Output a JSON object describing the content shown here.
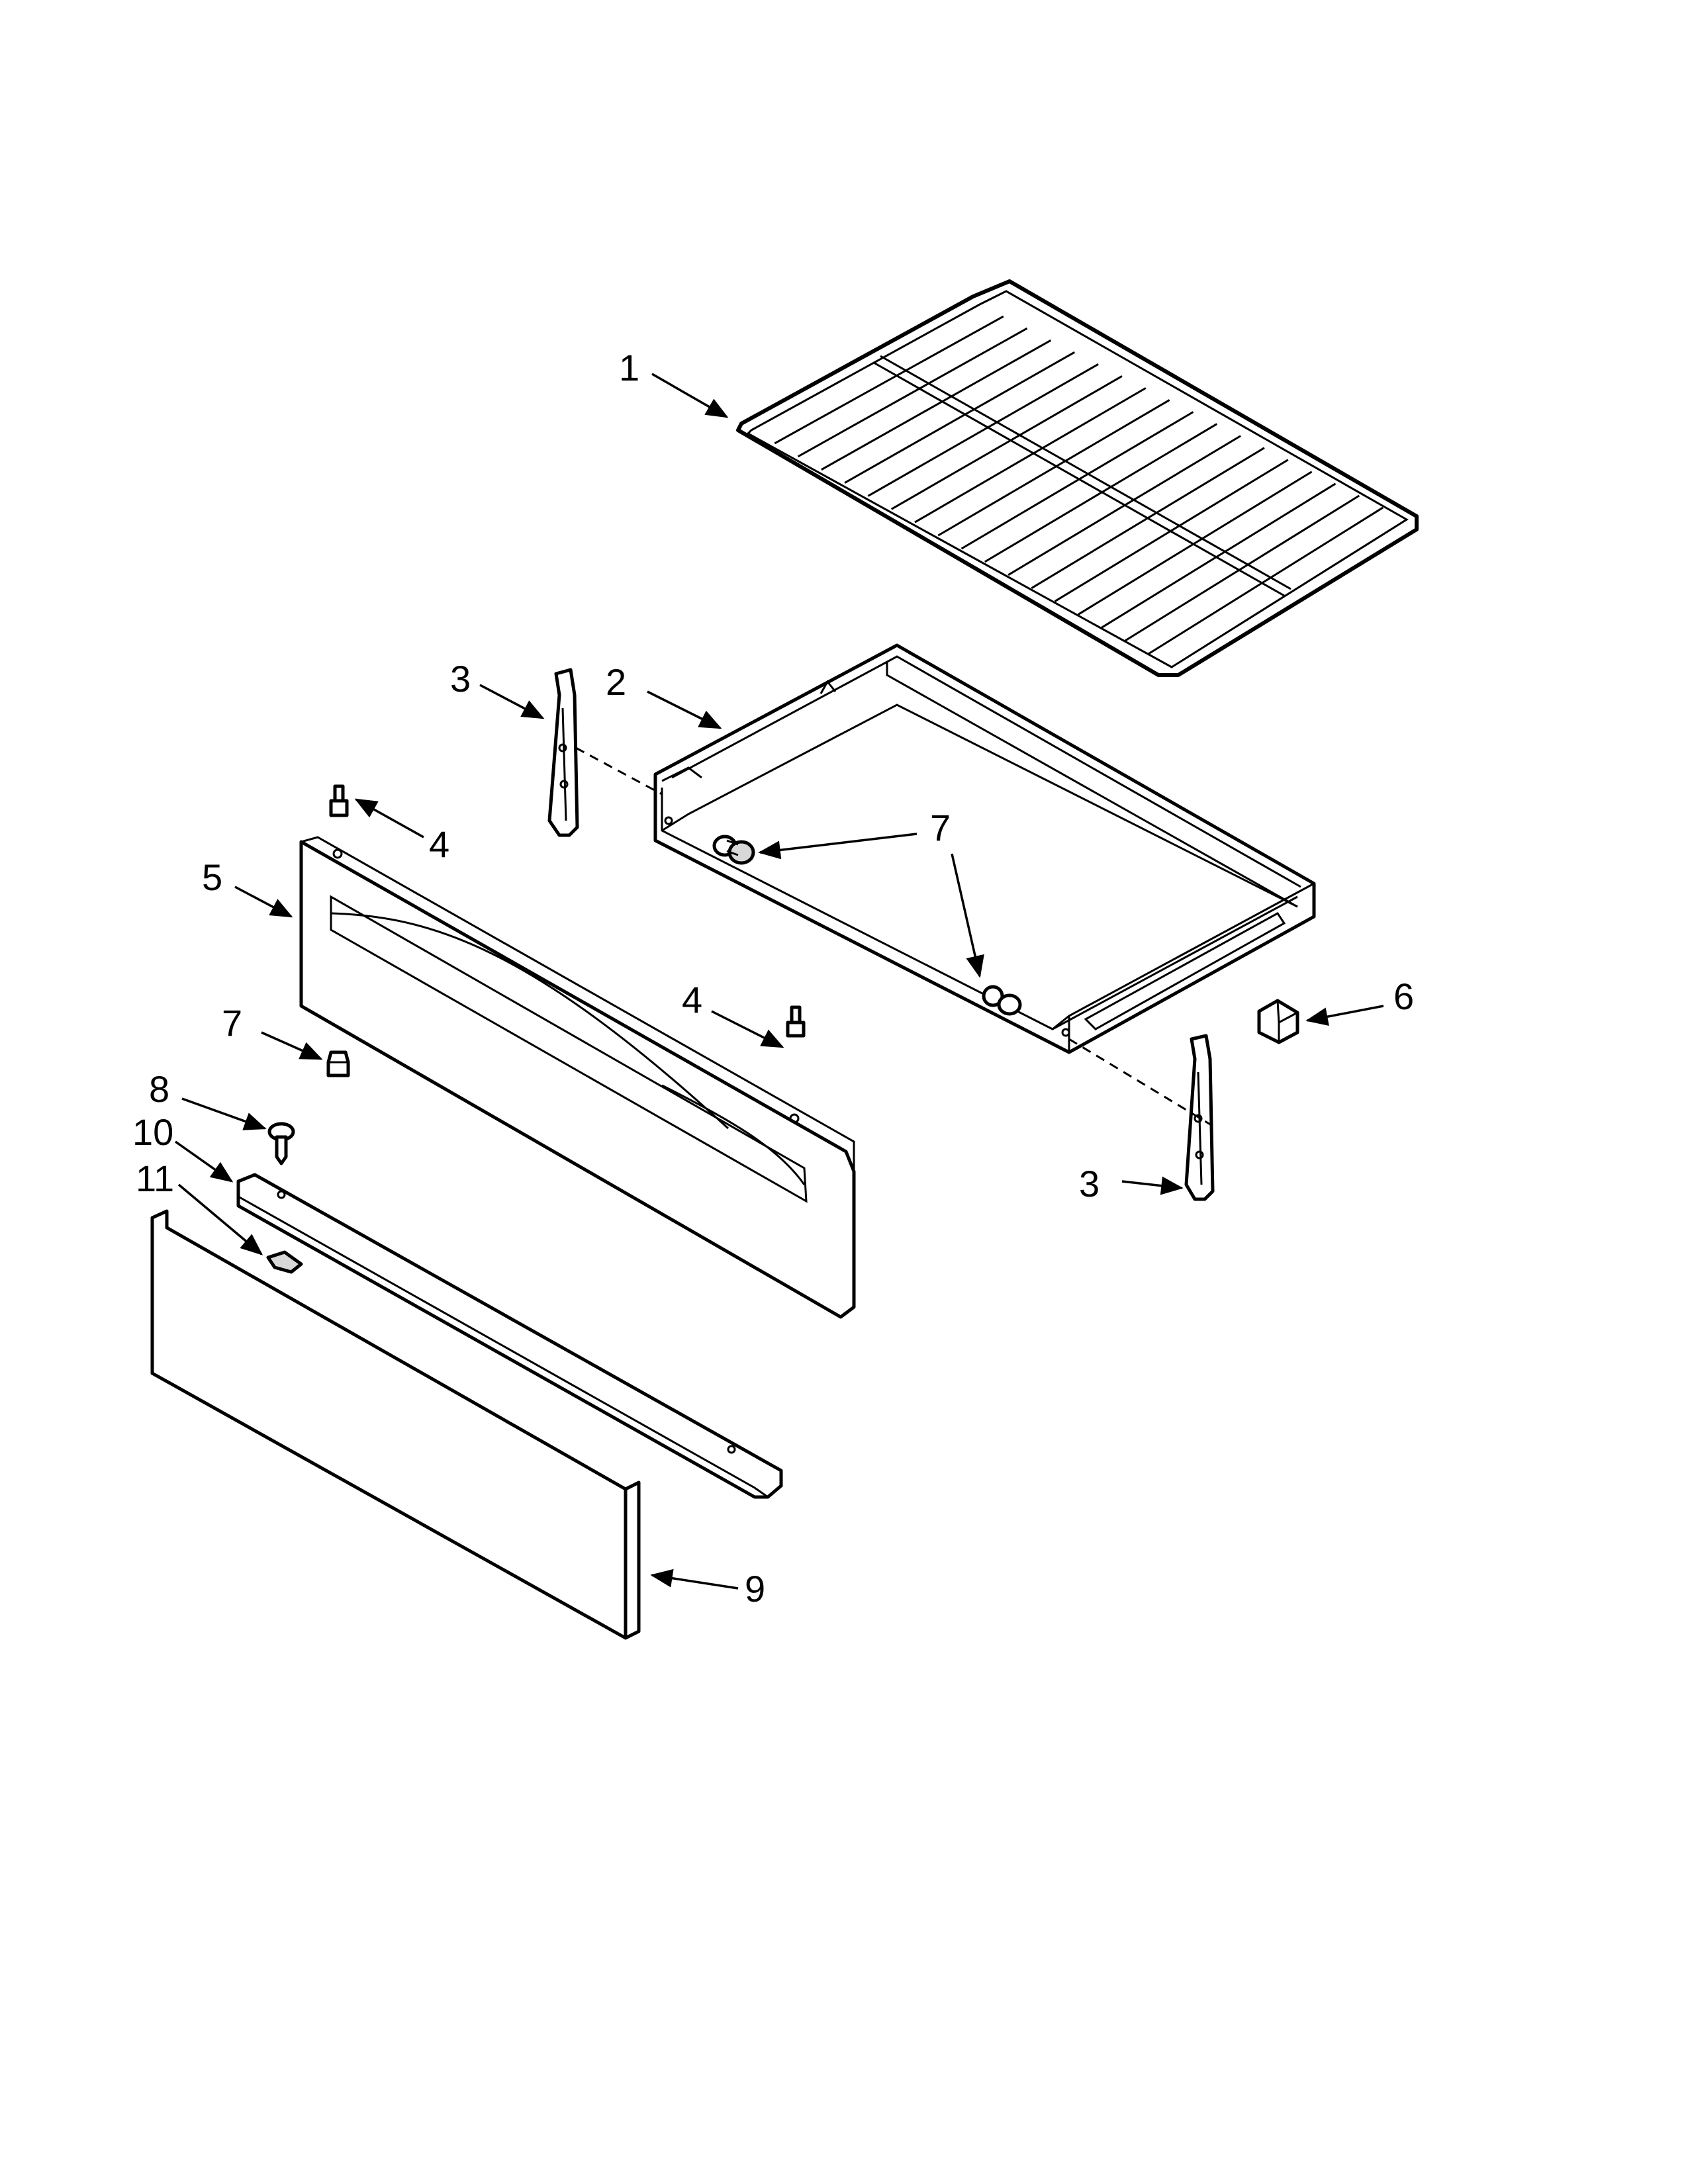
{
  "callouts": {
    "c1": "1",
    "c2": "2",
    "c3a": "3",
    "c3b": "3",
    "c4a": "4",
    "c4b": "4",
    "c5": "5",
    "c6": "6",
    "c7a": "7",
    "c7b": "7",
    "c8": "8",
    "c9": "9",
    "c10": "10",
    "c11": "11"
  }
}
